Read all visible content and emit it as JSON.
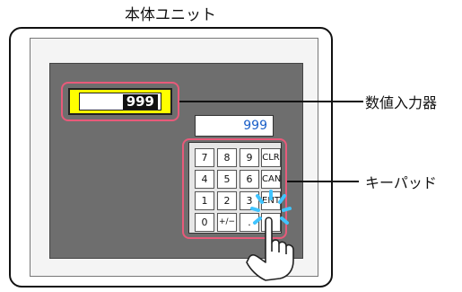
{
  "title": "本体ユニット",
  "numeric_field": {
    "value": "999"
  },
  "keypad_display": {
    "value": "999"
  },
  "keys": [
    [
      "7",
      "8",
      "9",
      "CLR"
    ],
    [
      "4",
      "5",
      "6",
      "CAN"
    ],
    [
      "1",
      "2",
      "3",
      "ENT"
    ],
    [
      "0",
      "+/−",
      ".",
      ""
    ]
  ],
  "callouts": {
    "numeric_input": "数値入力器",
    "keypad": "キーパッド"
  },
  "colors": {
    "highlight": "#e85a7a",
    "screen": "#6e6e6e",
    "field_bg": "#ffff00",
    "display_text": "#1a5fc8",
    "tap_effect": "#40c4ff"
  },
  "icons": [
    "pointing-hand-icon",
    "tap-burst-icon"
  ]
}
